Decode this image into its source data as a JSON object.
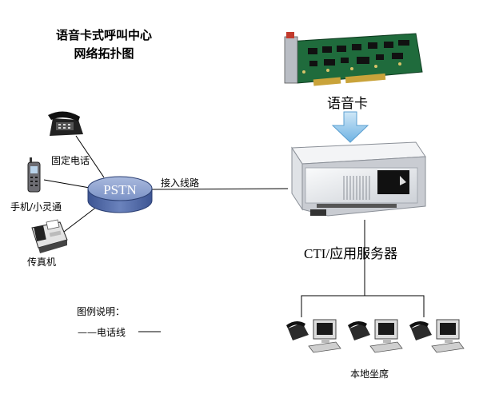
{
  "title": {
    "line1": "语音卡式呼叫中心",
    "line2": "网络拓扑图"
  },
  "card": {
    "label": "语音卡"
  },
  "pstn": {
    "label": "PSTN"
  },
  "devices": {
    "fixed_phone": "固定电话",
    "mobile": "手机/小灵通",
    "fax": "传真机"
  },
  "link": {
    "label": "接入线路"
  },
  "server": {
    "label": "CTI/应用服务器"
  },
  "seats": {
    "label": "本地坐席"
  },
  "legend": {
    "title": "图例说明：",
    "item": "——电话线"
  },
  "colors": {
    "pstn_top": "#7f95c4",
    "pstn_side": "#4a64a3",
    "arrow": "#8fc7ea",
    "board": "#1f6b3c",
    "server": "#e6e8ec"
  }
}
